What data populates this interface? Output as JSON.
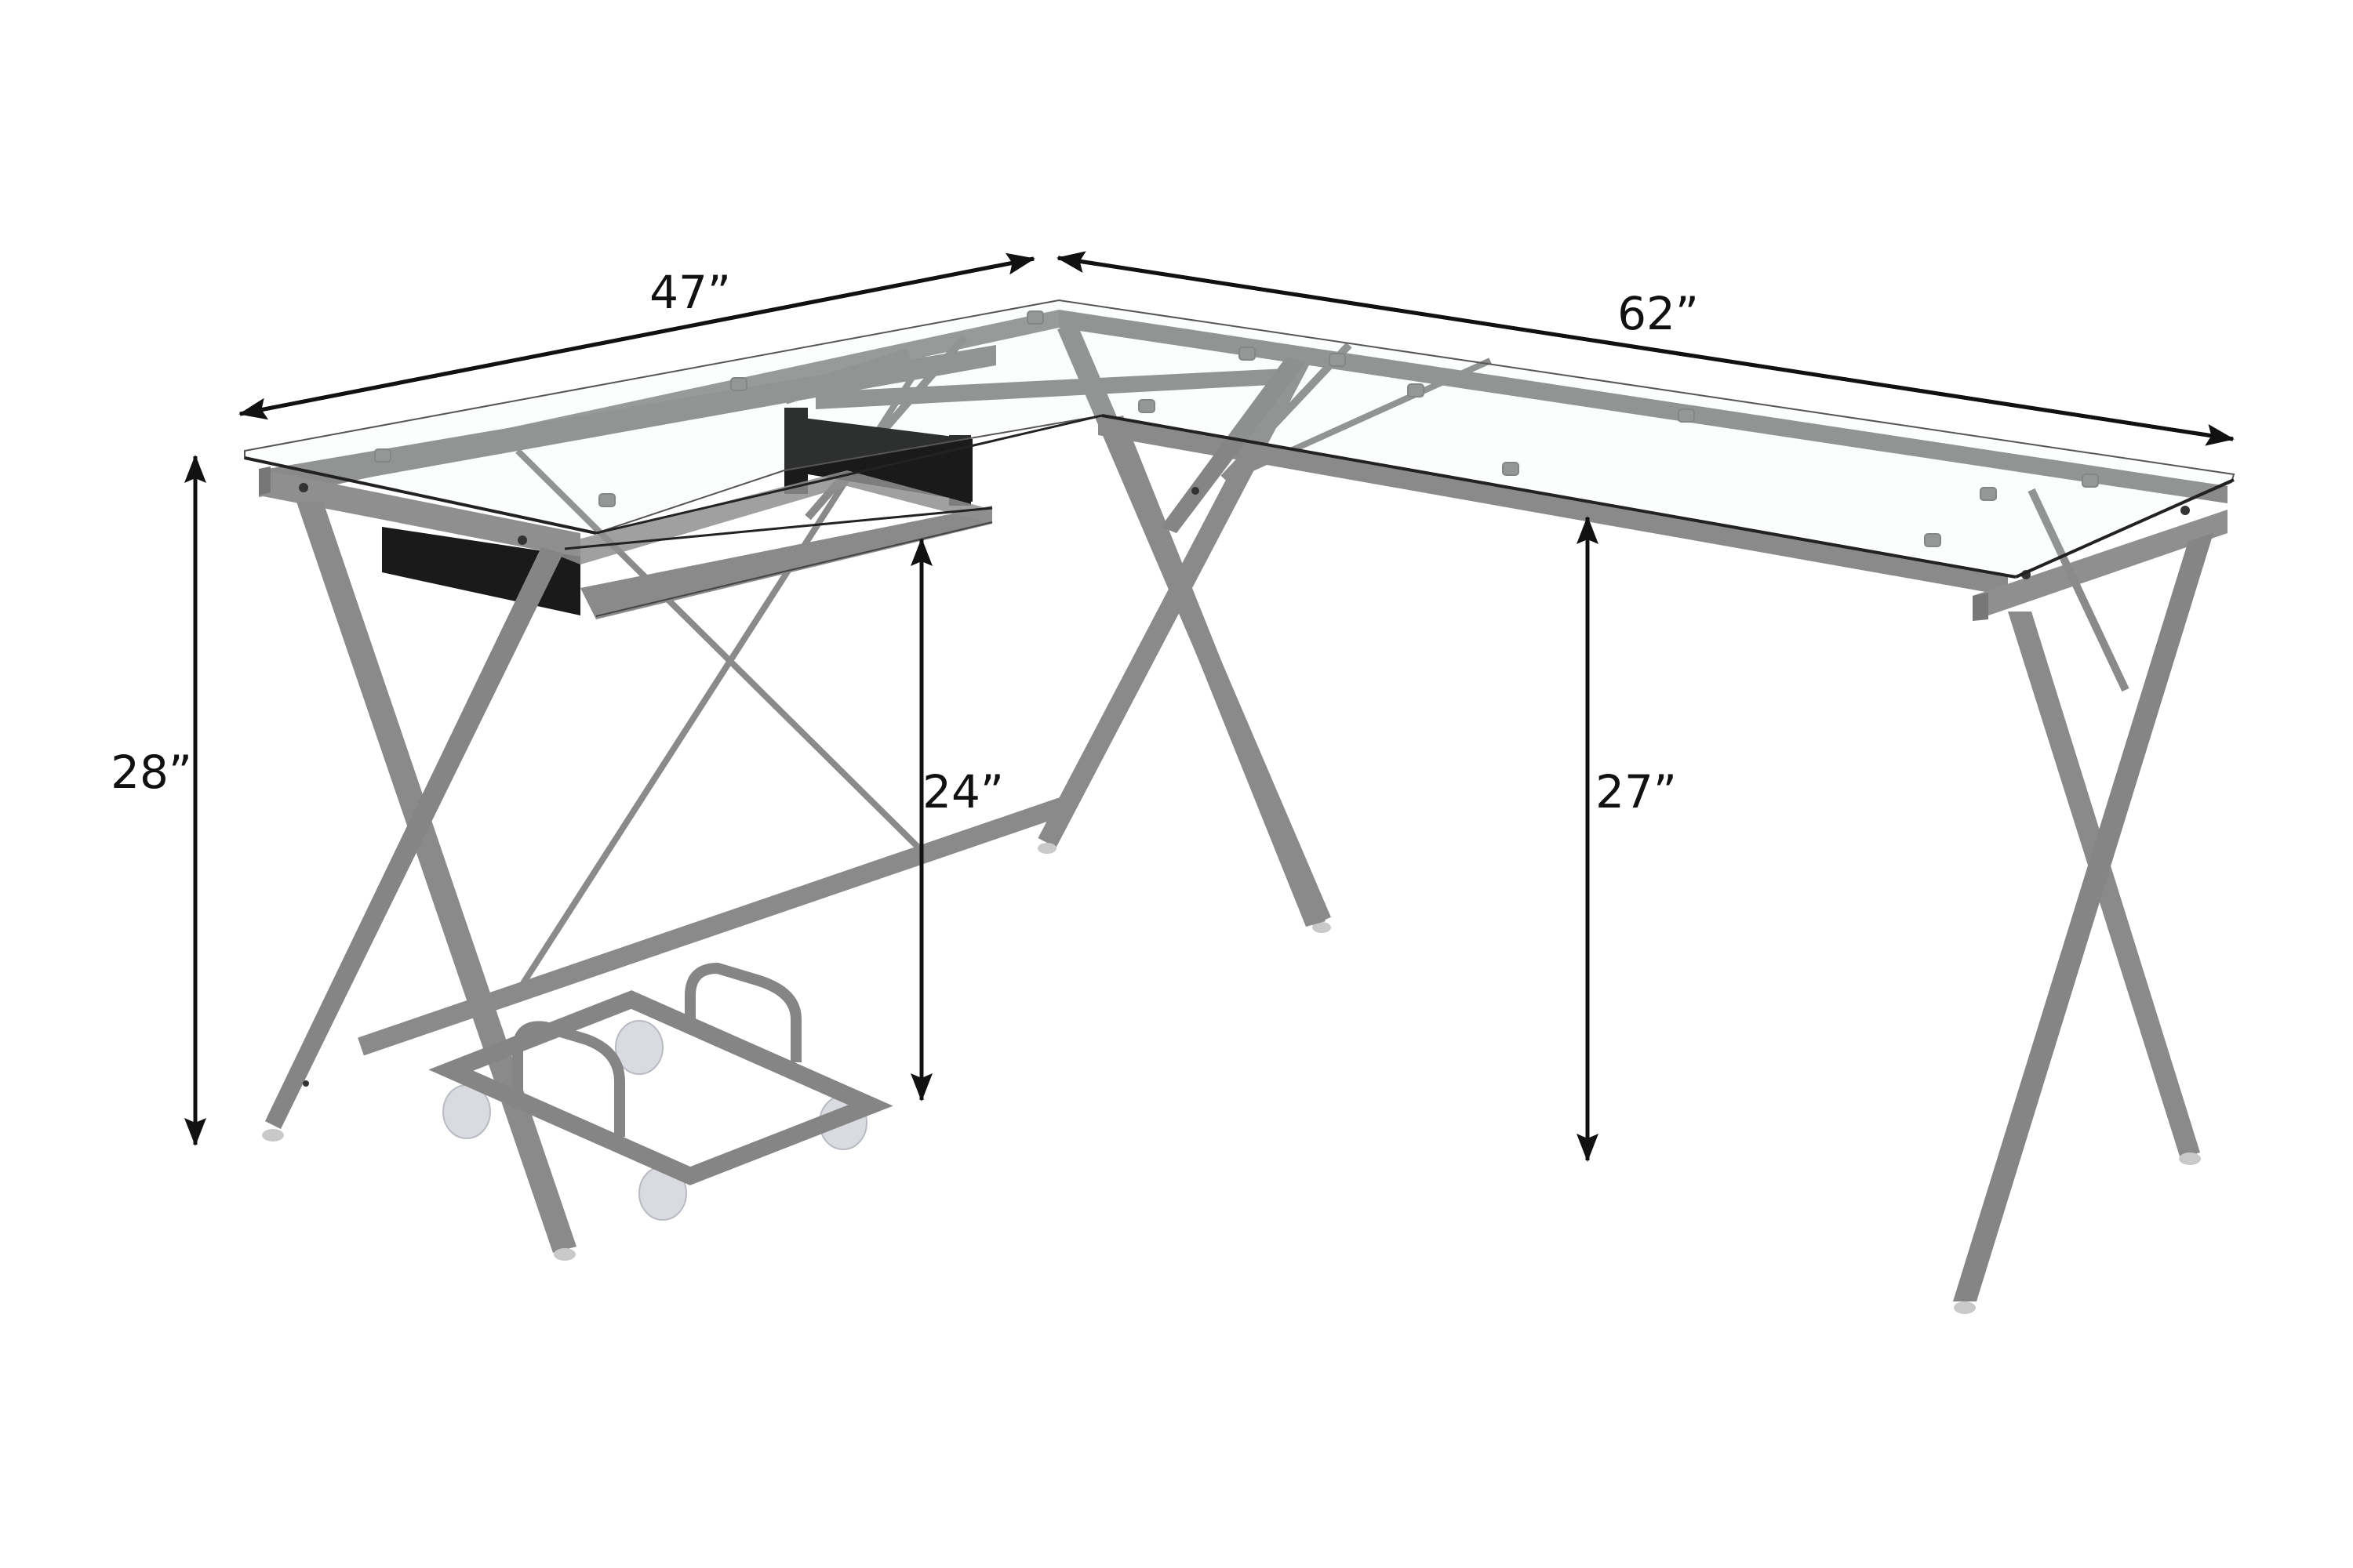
{
  "diagram": {
    "subject": "L-shaped glass-top corner desk with X-frame legs, sliding keyboard tray and rolling CPU cart",
    "colors": {
      "background": "#ffffff",
      "frame": "#8a8a8a",
      "frame_dark": "#6f6f6f",
      "frame_light": "#a3a3a3",
      "glass_edge": "#222222",
      "tray_rail": "#1a1a1a",
      "caster": "#d9dbe0",
      "dimension_line": "#111111"
    },
    "dimensions": {
      "width_left": {
        "label": "47”",
        "value_in": 47,
        "description": "Length of short (left) wing"
      },
      "width_right": {
        "label": "62”",
        "value_in": 62,
        "description": "Length of long (right) wing"
      },
      "overall_height": {
        "label": "28”",
        "value_in": 28,
        "description": "Overall height to top of glass"
      },
      "keyboard_tray_height": {
        "label": "24”",
        "value_in": 24,
        "description": "Floor to keyboard tray"
      },
      "under_desk_clearance": {
        "label": "27”",
        "value_in": 27,
        "description": "Floor to underside of desktop frame"
      }
    },
    "components": [
      {
        "name": "Tempered glass top (L-shape)"
      },
      {
        "name": "Metal X-frame legs"
      },
      {
        "name": "Pull-out keyboard tray on black rails"
      },
      {
        "name": "CPU stand with 4 casters"
      }
    ]
  }
}
